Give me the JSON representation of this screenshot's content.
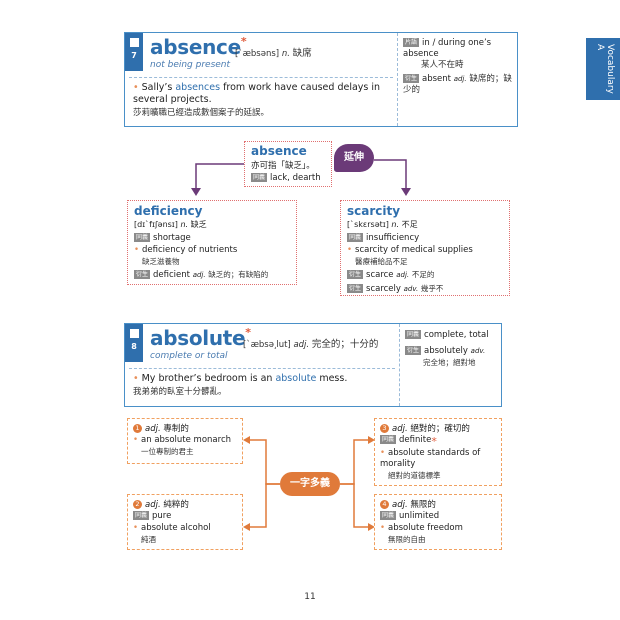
{
  "side_tab": "Vocabulary A",
  "entry7": {
    "number": "7",
    "word": "absence",
    "pron": "[ˋæbsəns]",
    "pos": "n.",
    "zh": "缺席",
    "definition": "not being present",
    "example_pre": "Sally’s ",
    "example_hl": "absences",
    "example_post": " from work have caused delays in several projects.",
    "example_zh": "莎莉曠職已經造成數個案子的延誤。",
    "side": {
      "phrase_tag": "片語",
      "phrase": "in / during one’s absence",
      "phrase_zh": "某人不在時",
      "deriv_tag": "衍生",
      "deriv": "absent",
      "deriv_pos": "adj.",
      "deriv_zh": "缺席的；缺少的"
    }
  },
  "extension": {
    "word": "absence",
    "text": "亦可指「缺乏」。",
    "syn_tag": "同義",
    "syn": "lack, dearth",
    "badge": "延伸"
  },
  "deficiency": {
    "word": "deficiency",
    "pron": "[dɪˋfɪʃənsɪ]",
    "pos": "n.",
    "zh": "缺乏",
    "syn_tag": "同義",
    "syn": "shortage",
    "example": "deficiency of nutrients",
    "example_zh": "缺乏滋養物",
    "deriv_tag": "衍生",
    "deriv": "deficient",
    "deriv_pos": "adj.",
    "deriv_zh": "缺乏的；有缺陷的"
  },
  "scarcity": {
    "word": "scarcity",
    "pron": "[ˋskɛrsətɪ]",
    "pos": "n.",
    "zh": "不足",
    "syn_tag": "同義",
    "syn": "insufficiency",
    "example": "scarcity of medical supplies",
    "example_zh": "醫療補給品不足",
    "deriv1_tag": "衍生",
    "deriv1": "scarce",
    "deriv1_pos": "adj.",
    "deriv1_zh": "不足的",
    "deriv2_tag": "衍生",
    "deriv2": "scarcely",
    "deriv2_pos": "adv.",
    "deriv2_zh": "幾乎不"
  },
  "entry8": {
    "number": "8",
    "word": "absolute",
    "pron": "[ˋæbsə͵lut]",
    "pos": "adj.",
    "zh": "完全的；十分的",
    "definition": "complete or total",
    "example_pre": "My brother’s bedroom is an ",
    "example_hl": "absolute",
    "example_post": " mess.",
    "example_zh": "我弟弟的臥室十分髒亂。",
    "side": {
      "syn_tag": "同義",
      "syn": "complete, total",
      "deriv_tag": "衍生",
      "deriv": "absolutely",
      "deriv_pos": "adv.",
      "deriv_zh": "完全地；絕對地"
    }
  },
  "multi": {
    "center": "一字多義",
    "m1": {
      "num": "1",
      "pos": "adj.",
      "zh": "專制的",
      "example": "an absolute monarch",
      "example_zh": "一位專制的君主"
    },
    "m2": {
      "num": "2",
      "pos": "adj.",
      "zh": "純粹的",
      "syn_tag": "同義",
      "syn": "pure",
      "example": "absolute alcohol",
      "example_zh": "純酒"
    },
    "m3": {
      "num": "3",
      "pos": "adj.",
      "zh": "絕對的；確切的",
      "syn_tag": "同義",
      "syn": "definite",
      "example": "absolute standards of morality",
      "example_zh": "絕對的道德標準"
    },
    "m4": {
      "num": "4",
      "pos": "adj.",
      "zh": "無限的",
      "syn_tag": "同義",
      "syn": "unlimited",
      "example": "absolute freedom",
      "example_zh": "無限的自由"
    }
  },
  "page_number": "11",
  "colors": {
    "blue": "#2f6fad",
    "orange": "#e07a3a",
    "purple": "#6b3a78",
    "red_dots": "#e07070"
  }
}
